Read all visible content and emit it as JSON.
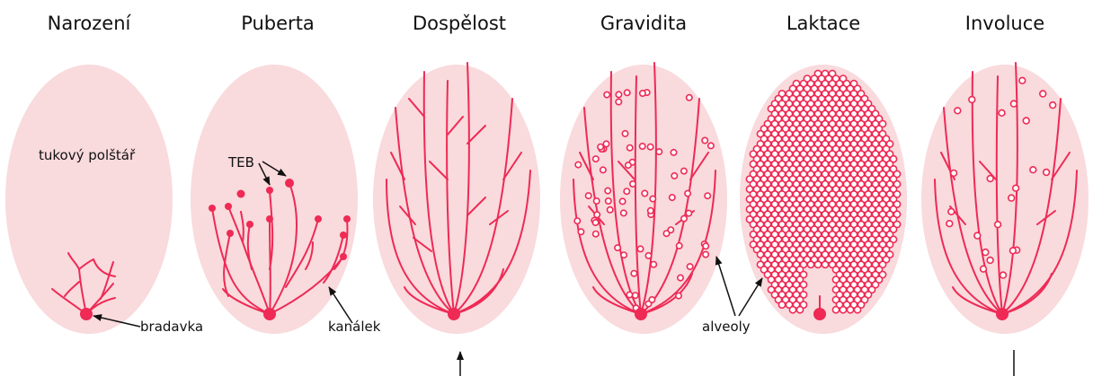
{
  "stages": [
    {
      "id": "narozeni",
      "title": "Narození"
    },
    {
      "id": "puberta",
      "title": "Puberta"
    },
    {
      "id": "dospelost",
      "title": "Dospělost"
    },
    {
      "id": "gravidita",
      "title": "Gravidita"
    },
    {
      "id": "laktace",
      "title": "Laktace"
    },
    {
      "id": "involuce",
      "title": "Involuce"
    }
  ],
  "labels": {
    "fat_pad": "tukový polštář",
    "nipple": "bradavka",
    "teb": "TEB",
    "duct": "kanálek",
    "alveoli": "alveoly"
  },
  "colors": {
    "gland": "#f9dadd",
    "duct": "#ee2a55",
    "text": "#111111"
  }
}
